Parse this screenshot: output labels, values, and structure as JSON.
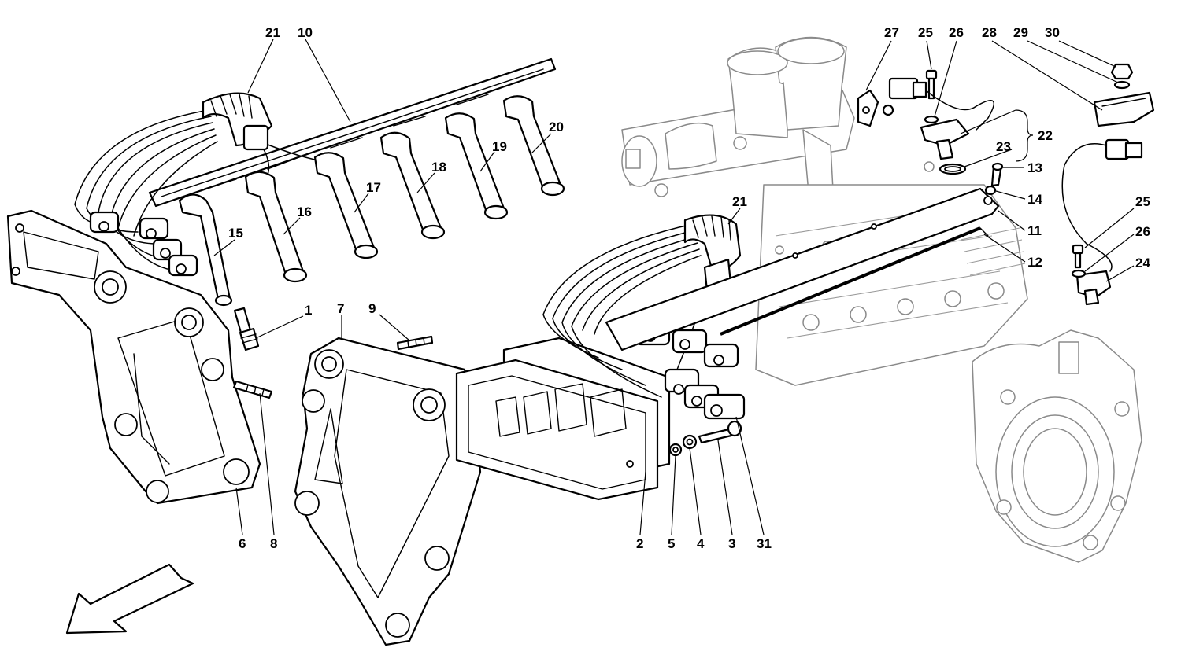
{
  "diagram": {
    "callouts": [
      {
        "id": "c21a",
        "label": "21"
      },
      {
        "id": "c10",
        "label": "10"
      },
      {
        "id": "c20",
        "label": "20"
      },
      {
        "id": "c19",
        "label": "19"
      },
      {
        "id": "c18",
        "label": "18"
      },
      {
        "id": "c17",
        "label": "17"
      },
      {
        "id": "c16",
        "label": "16"
      },
      {
        "id": "c15",
        "label": "15"
      },
      {
        "id": "c1",
        "label": "1"
      },
      {
        "id": "c7",
        "label": "7"
      },
      {
        "id": "c9",
        "label": "9"
      },
      {
        "id": "c6",
        "label": "6"
      },
      {
        "id": "c8",
        "label": "8"
      },
      {
        "id": "c2",
        "label": "2"
      },
      {
        "id": "c5",
        "label": "5"
      },
      {
        "id": "c4",
        "label": "4"
      },
      {
        "id": "c3",
        "label": "3"
      },
      {
        "id": "c31",
        "label": "31"
      },
      {
        "id": "c21b",
        "label": "21"
      },
      {
        "id": "c27",
        "label": "27"
      },
      {
        "id": "c25a",
        "label": "25"
      },
      {
        "id": "c26a",
        "label": "26"
      },
      {
        "id": "c28",
        "label": "28"
      },
      {
        "id": "c29",
        "label": "29"
      },
      {
        "id": "c30",
        "label": "30"
      },
      {
        "id": "c22",
        "label": "22"
      },
      {
        "id": "c23",
        "label": "23"
      },
      {
        "id": "c13",
        "label": "13"
      },
      {
        "id": "c14",
        "label": "14"
      },
      {
        "id": "c11",
        "label": "11"
      },
      {
        "id": "c12",
        "label": "12"
      },
      {
        "id": "c25b",
        "label": "25"
      },
      {
        "id": "c26b",
        "label": "26"
      },
      {
        "id": "c24",
        "label": "24"
      }
    ],
    "colors": {
      "line": "#000000",
      "ghost": "#8a8a8a",
      "background": "#ffffff"
    },
    "icons": {
      "direction": "front-direction-arrow-icon"
    }
  }
}
